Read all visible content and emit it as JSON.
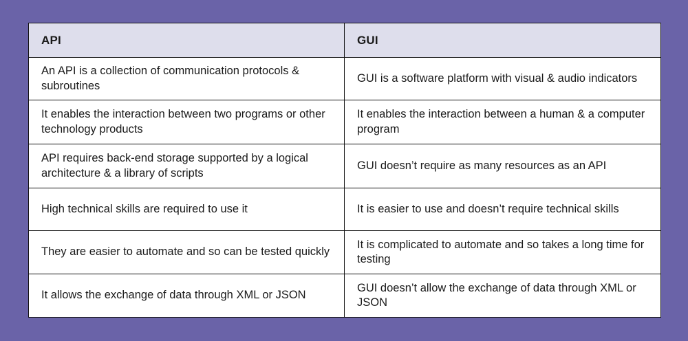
{
  "background": {
    "color": "#6a63a8"
  },
  "table": {
    "header_background": "#dedeec",
    "body_background": "#ffffff",
    "border_color": "#111111",
    "columns": [
      {
        "label": "API"
      },
      {
        "label": "GUI"
      }
    ],
    "rows": [
      {
        "api": "An API is a collection of communication protocols & subroutines",
        "gui": "GUI is a software platform with visual & audio indicators"
      },
      {
        "api": "It enables the interaction between two programs or other technology products",
        "gui": "It enables the interaction between a human & a computer program"
      },
      {
        "api": "API requires back-end storage supported by a logical architecture & a library of scripts",
        "gui": "GUI doesn’t require as many resources as an API"
      },
      {
        "api": "High technical skills are required to use it",
        "gui": "It is easier to use and doesn’t require technical skills"
      },
      {
        "api": "They are easier to automate and so can be tested quickly",
        "gui": "It is complicated to automate and so takes a long time for testing"
      },
      {
        "api": "It allows the exchange of data through XML or JSON",
        "gui": "GUI doesn’t allow the exchange of data through XML or JSON"
      }
    ]
  }
}
